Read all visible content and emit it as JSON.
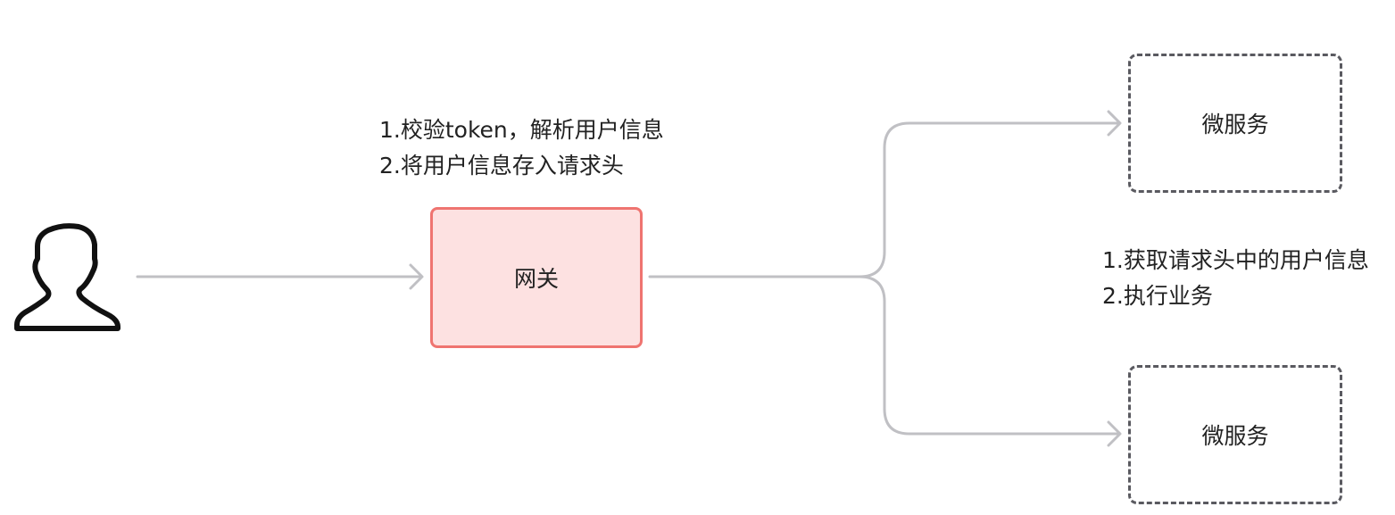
{
  "gateway": {
    "label": "网关"
  },
  "gateway_note": {
    "lines": [
      "1.校验token，解析用户信息",
      "2.将用户信息存入请求头"
    ]
  },
  "services": [
    {
      "label": "微服务"
    },
    {
      "label": "微服务"
    }
  ],
  "service_note": {
    "lines": [
      "1.获取请求头中的用户信息",
      "2.执行业务"
    ]
  },
  "icons": {
    "user": "user-icon"
  },
  "colors": {
    "gateway_fill": "#fde1e1",
    "gateway_border": "#ef7470",
    "service_border": "#5a5a60",
    "connector": "#c0c0c4"
  }
}
